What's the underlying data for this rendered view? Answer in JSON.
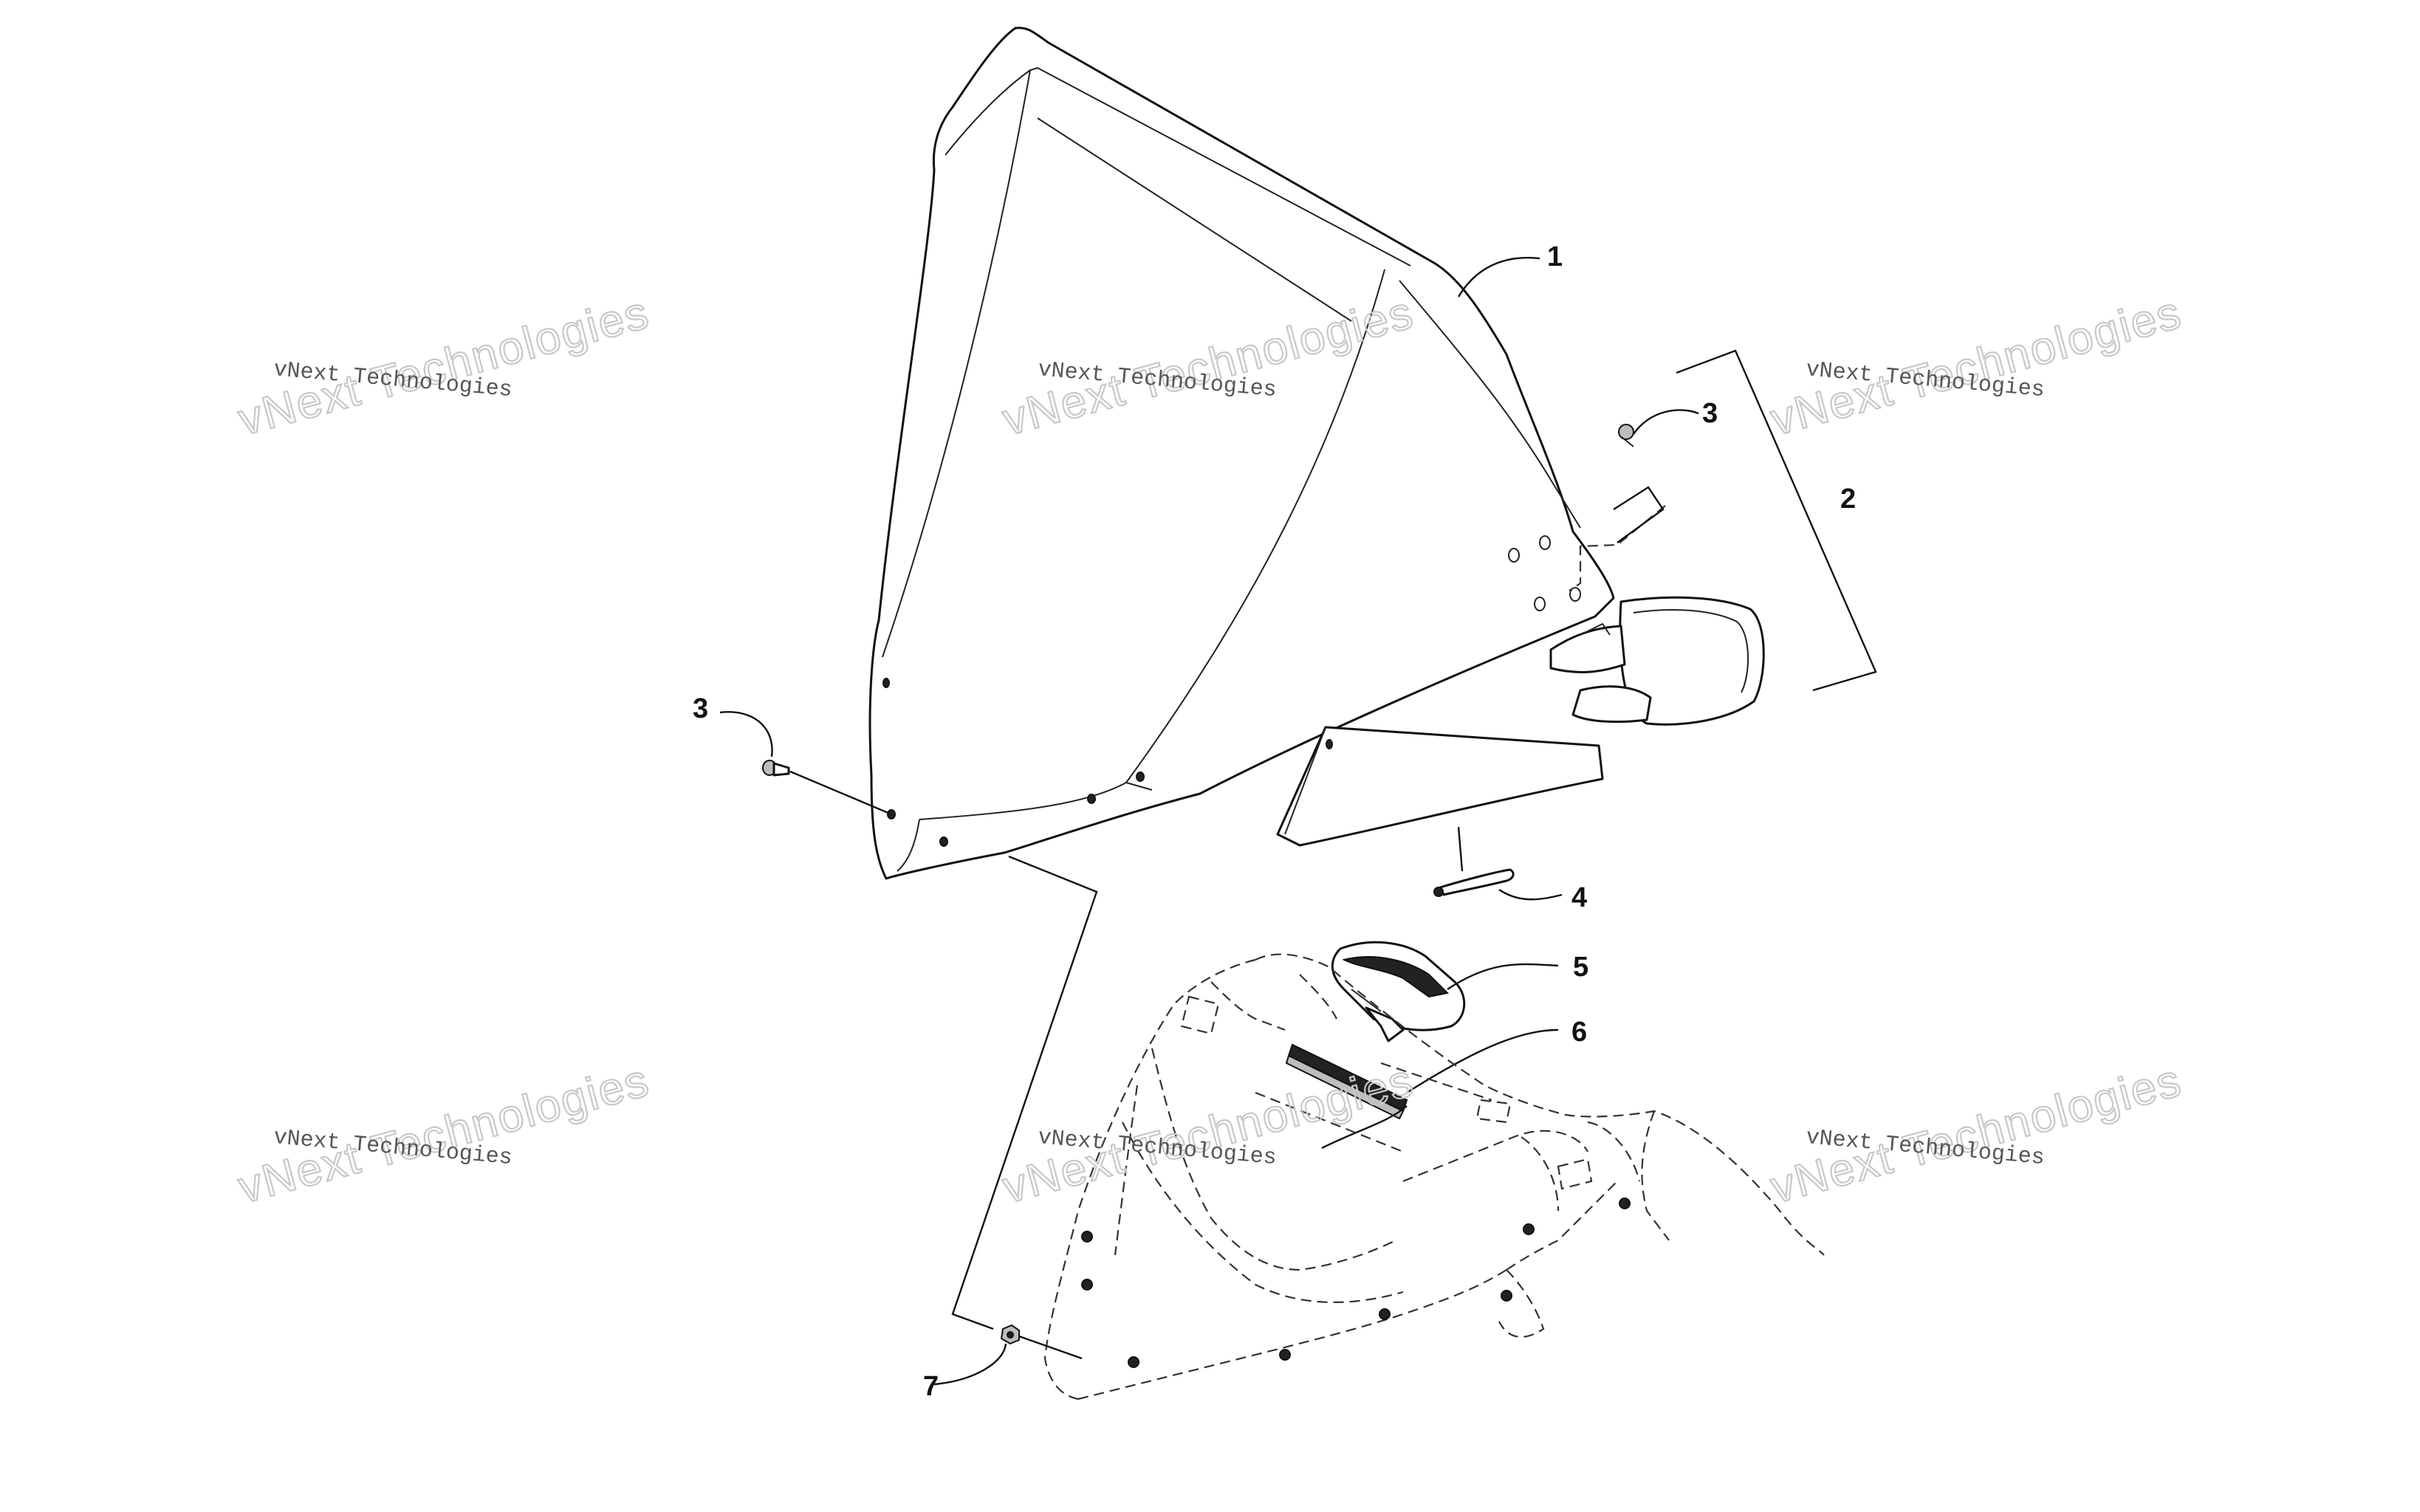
{
  "callouts": {
    "c1": "1",
    "c2": "2",
    "c3_right": "3",
    "c3_left": "3",
    "c4": "4",
    "c5": "5",
    "c6": "6",
    "c7": "7"
  },
  "watermark": {
    "small_text": "vNext Technologies",
    "big_text": "vNext Technologies"
  }
}
